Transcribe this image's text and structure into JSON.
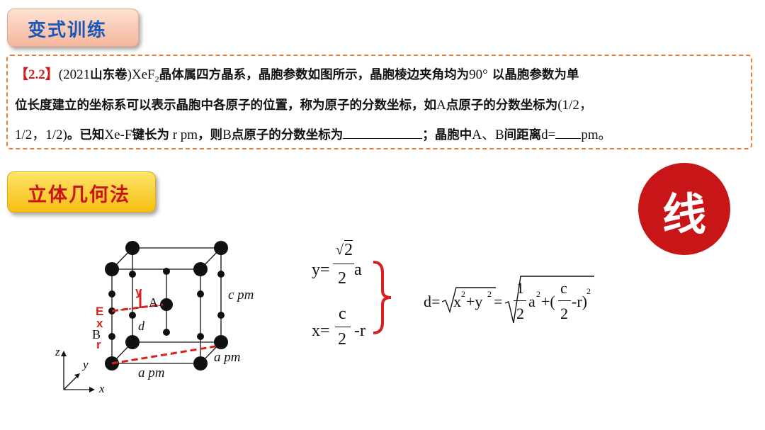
{
  "headers": {
    "section1": "变式训练",
    "section2": "立体几何法"
  },
  "question": {
    "label": "【2.2】",
    "line1_a": "(2021",
    "line1_b": "山东卷",
    "line1_c": ")XeF",
    "line1_sub": "2",
    "line1_d": "晶体属四方晶系，晶胞参数如图所示，晶胞棱边夹角均为",
    "line1_e": "90°",
    "line1_f": " 以晶胞参数为单",
    "line2_a": "位长度建立的坐标系可以表示晶胞中各原子的位置，称为原子的分数坐标，如",
    "line2_b": "A",
    "line2_c": "点原子的分数坐标为",
    "line2_d": "(1/2，",
    "line3_a": "1/2，1/2)",
    "line3_b": "。已知",
    "line3_c": "Xe-F",
    "line3_d": "键长为",
    "line3_e": " r pm",
    "line3_f": "，则",
    "line3_g": "B",
    "line3_h": "点原子的分数坐标为",
    "line3_i": "；晶胞中",
    "line3_j": "A、B",
    "line3_k": "间距离",
    "line3_l": "d=",
    "line3_m": "pm。"
  },
  "seal_char": "线",
  "diagram": {
    "label_A": "A",
    "label_B": "B",
    "label_d": "d",
    "label_y": "y",
    "label_E": "E",
    "label_x": "x",
    "label_r": "r",
    "label_cpm": "c pm",
    "label_apm_right": "a pm",
    "label_apm_bottom": "a pm",
    "axis_z": "z",
    "axis_y": "y",
    "axis_x": "x"
  },
  "formulas": {
    "y_lhs": "y=",
    "y_sqrt": "2",
    "y_den": "2",
    "y_var": "a",
    "x_lhs": "x=",
    "x_num": "c",
    "x_den": "2",
    "x_tail": "-r",
    "d_lhs": "d=",
    "d_inner": "x",
    "d_plus": "+y",
    "d_exp": "2",
    "d_eq": "=",
    "d_half_num": "1",
    "d_half_den": "2",
    "d_a": "a",
    "d_plus2": "+(",
    "d_c": "c",
    "d_c_den": "2",
    "d_r": "-r)"
  }
}
